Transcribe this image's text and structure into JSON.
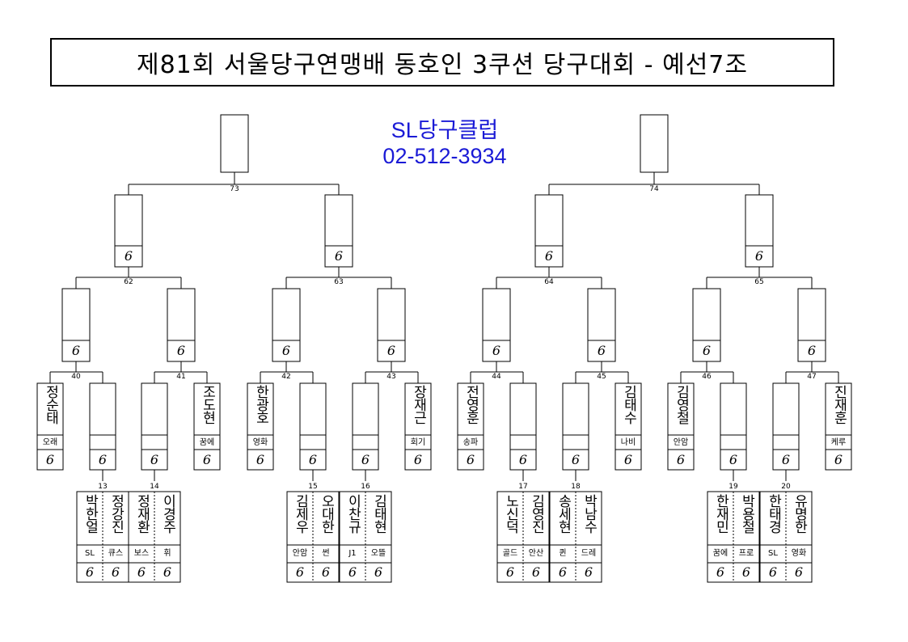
{
  "title": "제81회 서울당구연맹배 동호인 3쿠션 당구대회 - 예선7조",
  "sponsor": {
    "name": "SL당구클럽",
    "phone": "02-512-3934"
  },
  "mark_glyph": "6",
  "match_numbers": {
    "m73": "73",
    "m74": "74",
    "m62": "62",
    "m63": "63",
    "m64": "64",
    "m65": "65",
    "m40": "40",
    "m41": "41",
    "m42": "42",
    "m43": "43",
    "m44": "44",
    "m45": "45",
    "m46": "46",
    "m47": "47",
    "m13": "13",
    "m14": "14",
    "m15": "15",
    "m16": "16",
    "m17": "17",
    "m18": "18",
    "m19": "19",
    "m20": "20"
  },
  "seeded_players": [
    {
      "name": "정순태",
      "club": "오래"
    },
    {
      "name": "조도현",
      "club": "꿈에"
    },
    {
      "name": "한광호",
      "club": "영화"
    },
    {
      "name": "장재근",
      "club": "회기"
    },
    {
      "name": "전영훈",
      "club": "송파"
    },
    {
      "name": "김태수",
      "club": "나비"
    },
    {
      "name": "김영철",
      "club": "안암"
    },
    {
      "name": "진재훈",
      "club": "케루"
    }
  ],
  "first_round_players": [
    {
      "name": "박한얼",
      "club": "SL"
    },
    {
      "name": "정강진",
      "club": "큐스"
    },
    {
      "name": "정재환",
      "club": "보스"
    },
    {
      "name": "이경주",
      "club": "휘"
    },
    {
      "name": "김제우",
      "club": "안암"
    },
    {
      "name": "오대한",
      "club": "썬"
    },
    {
      "name": "이찬규",
      "club": "J1"
    },
    {
      "name": "김태현",
      "club": "오뜰"
    },
    {
      "name": "노신덕",
      "club": "골드"
    },
    {
      "name": "김영진",
      "club": "안산"
    },
    {
      "name": "송세현",
      "club": "퀸"
    },
    {
      "name": "박남수",
      "club": "드레"
    },
    {
      "name": "한재민",
      "club": "꿈에"
    },
    {
      "name": "박용철",
      "club": "프로"
    },
    {
      "name": "한태경",
      "club": "SL"
    },
    {
      "name": "유명한",
      "club": "영화"
    }
  ]
}
